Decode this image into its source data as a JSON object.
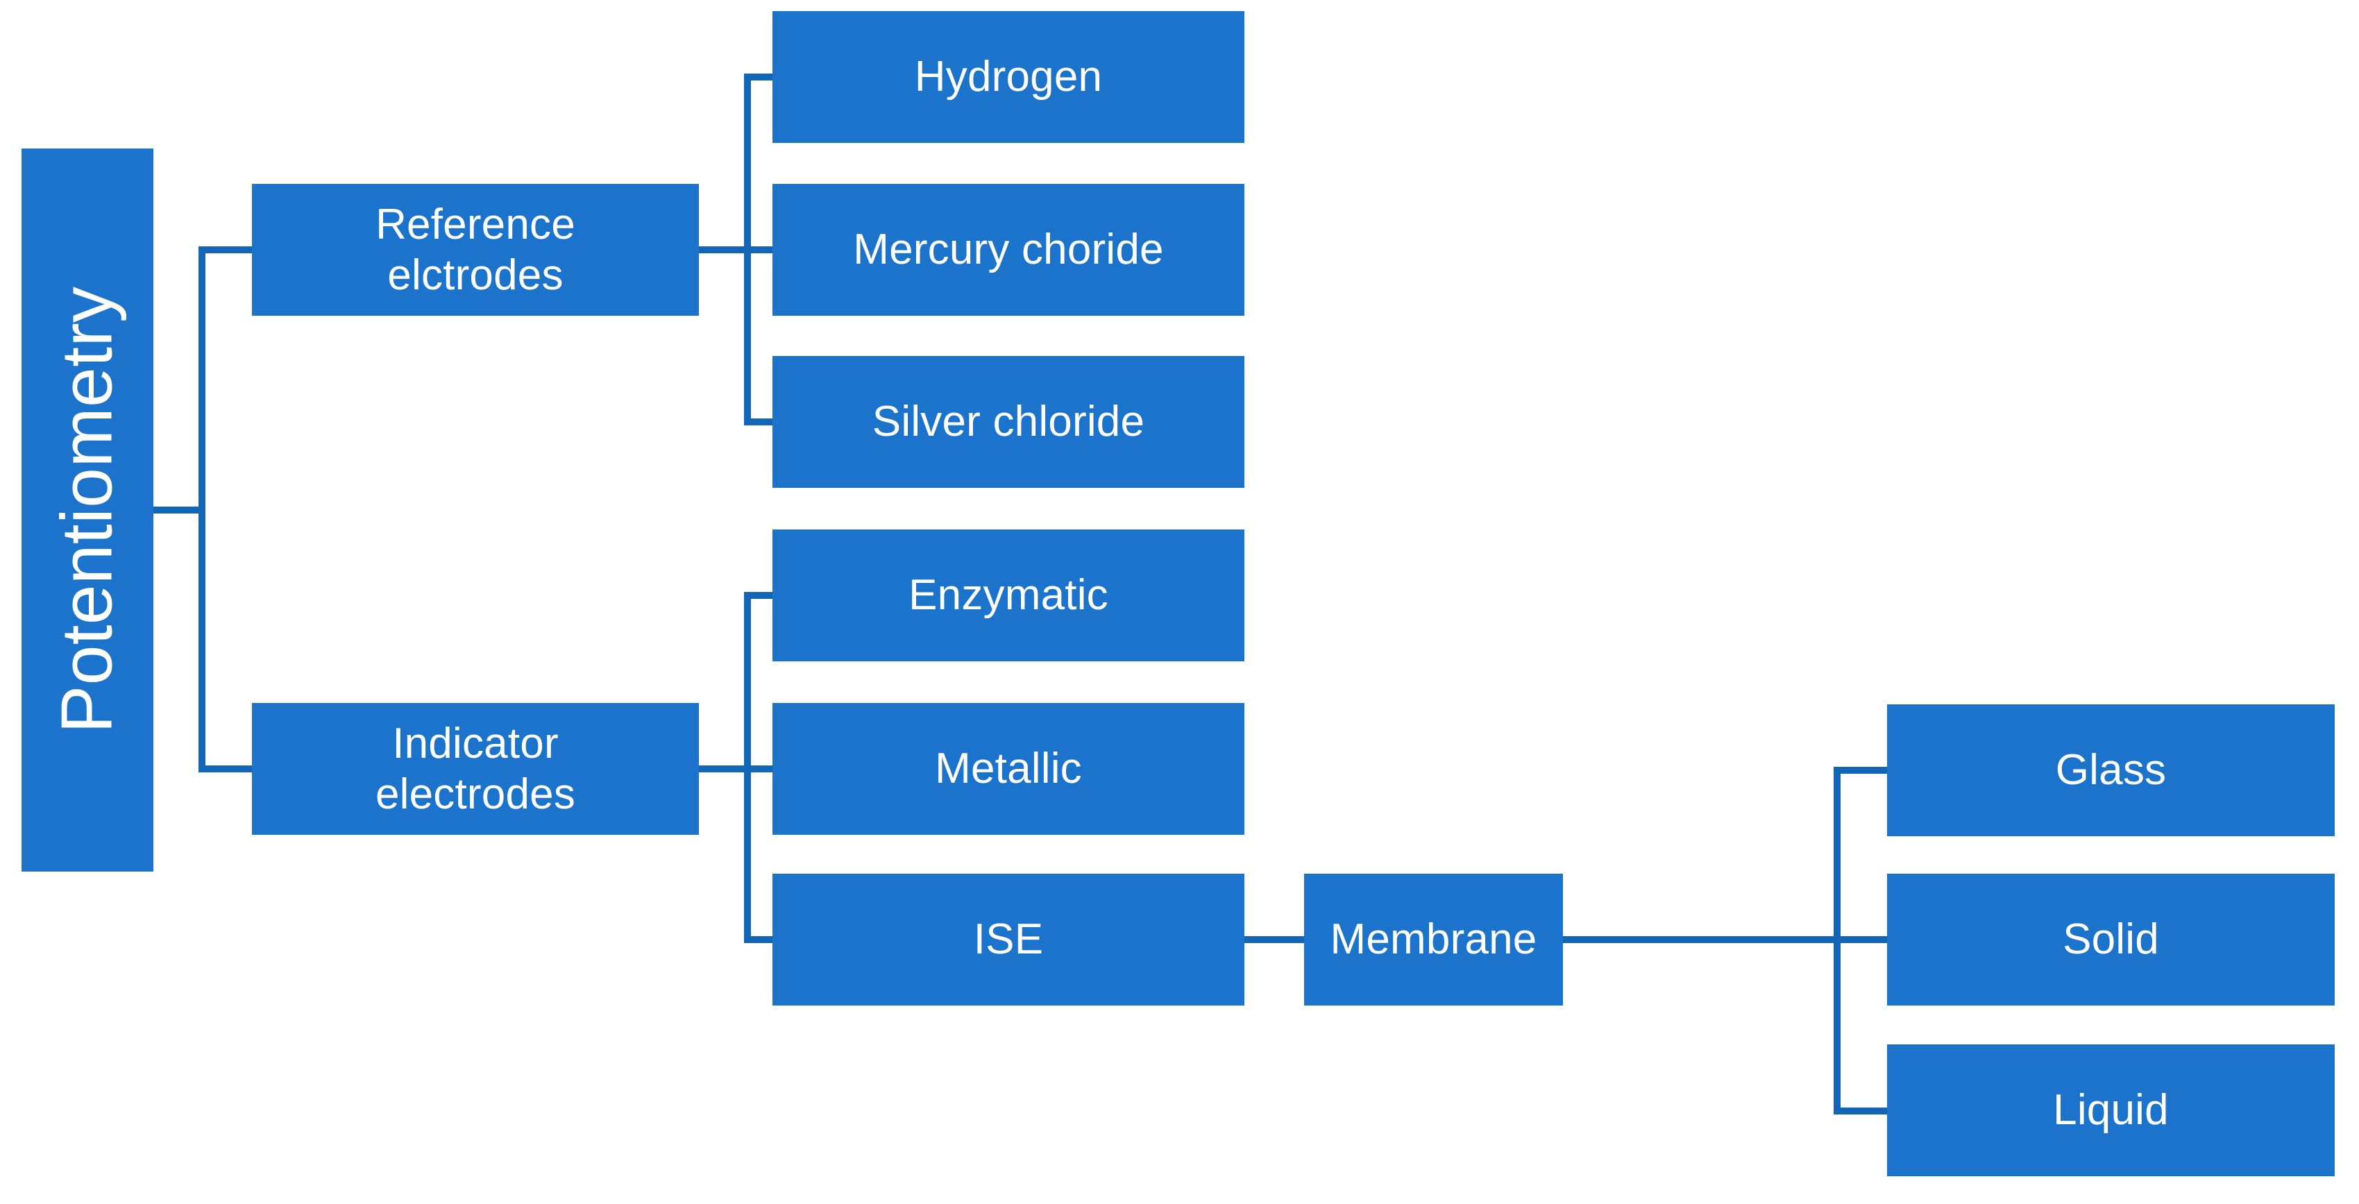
{
  "diagram": {
    "title": "Potentiometry classification tree",
    "colors": {
      "node_fill": "#1b73cc",
      "node_text": "#ffffff",
      "connector": "#1266b5",
      "background": "#ffffff"
    },
    "root": {
      "label": "Potentiometry"
    },
    "branches": [
      {
        "label": "Reference\nelctrodes",
        "children": [
          {
            "label": "Hydrogen"
          },
          {
            "label": "Mercury choride"
          },
          {
            "label": "Silver chloride"
          }
        ]
      },
      {
        "label": "Indicator\nelectrodes",
        "children": [
          {
            "label": "Enzymatic"
          },
          {
            "label": "Metallic"
          },
          {
            "label": "ISE"
          }
        ]
      }
    ],
    "membrane": {
      "label": "Membrane",
      "children": [
        {
          "label": "Glass"
        },
        {
          "label": "Solid"
        },
        {
          "label": "Liquid"
        }
      ]
    }
  }
}
